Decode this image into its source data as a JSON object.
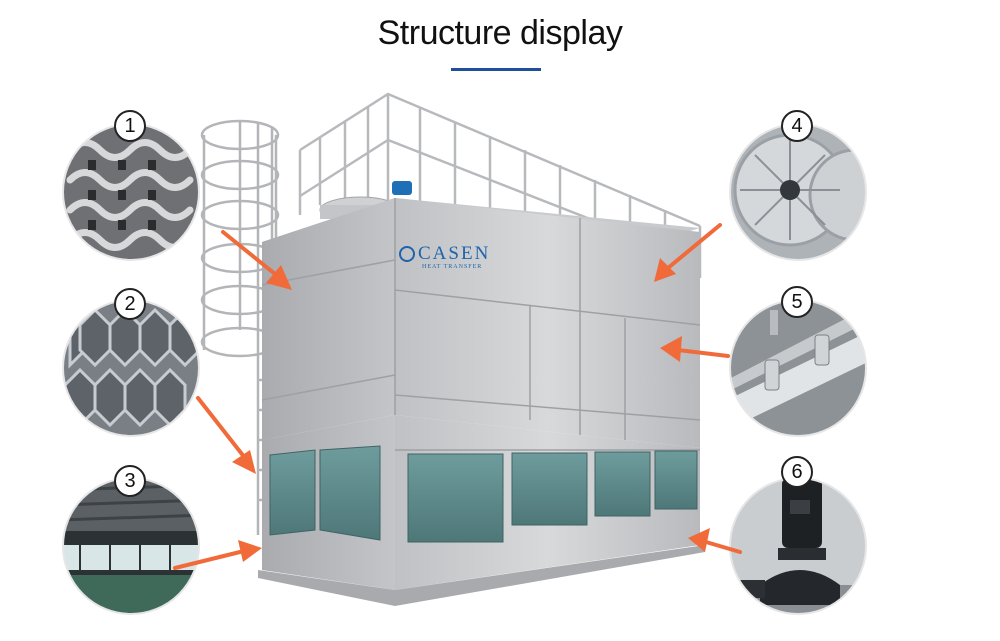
{
  "header": {
    "title": "Structure display",
    "underline_color": "#1f4e9a"
  },
  "product": {
    "brand_logo_text": "CASEN",
    "brand_logo_subtext": "HEAT TRANSFER"
  },
  "callouts": [
    {
      "number": "1",
      "icon": "coil-tubes-icon"
    },
    {
      "number": "2",
      "icon": "honeycomb-fill-icon"
    },
    {
      "number": "3",
      "icon": "water-basin-icon"
    },
    {
      "number": "4",
      "icon": "axial-fan-icon"
    },
    {
      "number": "5",
      "icon": "spray-nozzle-icon"
    },
    {
      "number": "6",
      "icon": "water-pump-icon"
    }
  ],
  "colors": {
    "arrow": "#f06a3a",
    "panel_steel": "#c9cacc",
    "louver": "#5f8a8c",
    "fan_blue": "#1f6fb6"
  }
}
